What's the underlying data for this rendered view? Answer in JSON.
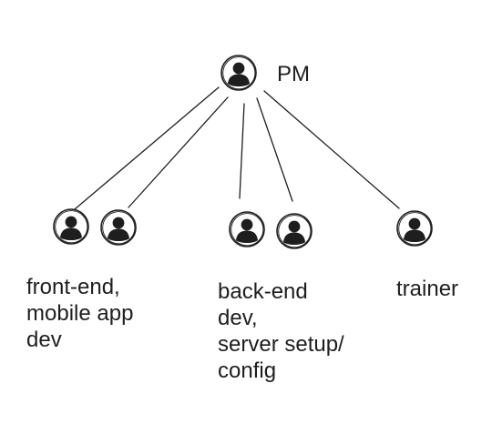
{
  "colors": {
    "stroke": "#1e1e1e",
    "background": "#ffffff"
  },
  "icons": {
    "person": "person-icon"
  },
  "nodes": {
    "pm": {
      "label": "PM"
    },
    "groups": [
      {
        "lines": [
          "front-end,",
          "mobile app",
          "dev"
        ]
      },
      {
        "lines": [
          "back-end",
          "dev,",
          "server setup/",
          "config"
        ]
      },
      {
        "lines": [
          "trainer"
        ]
      }
    ]
  }
}
